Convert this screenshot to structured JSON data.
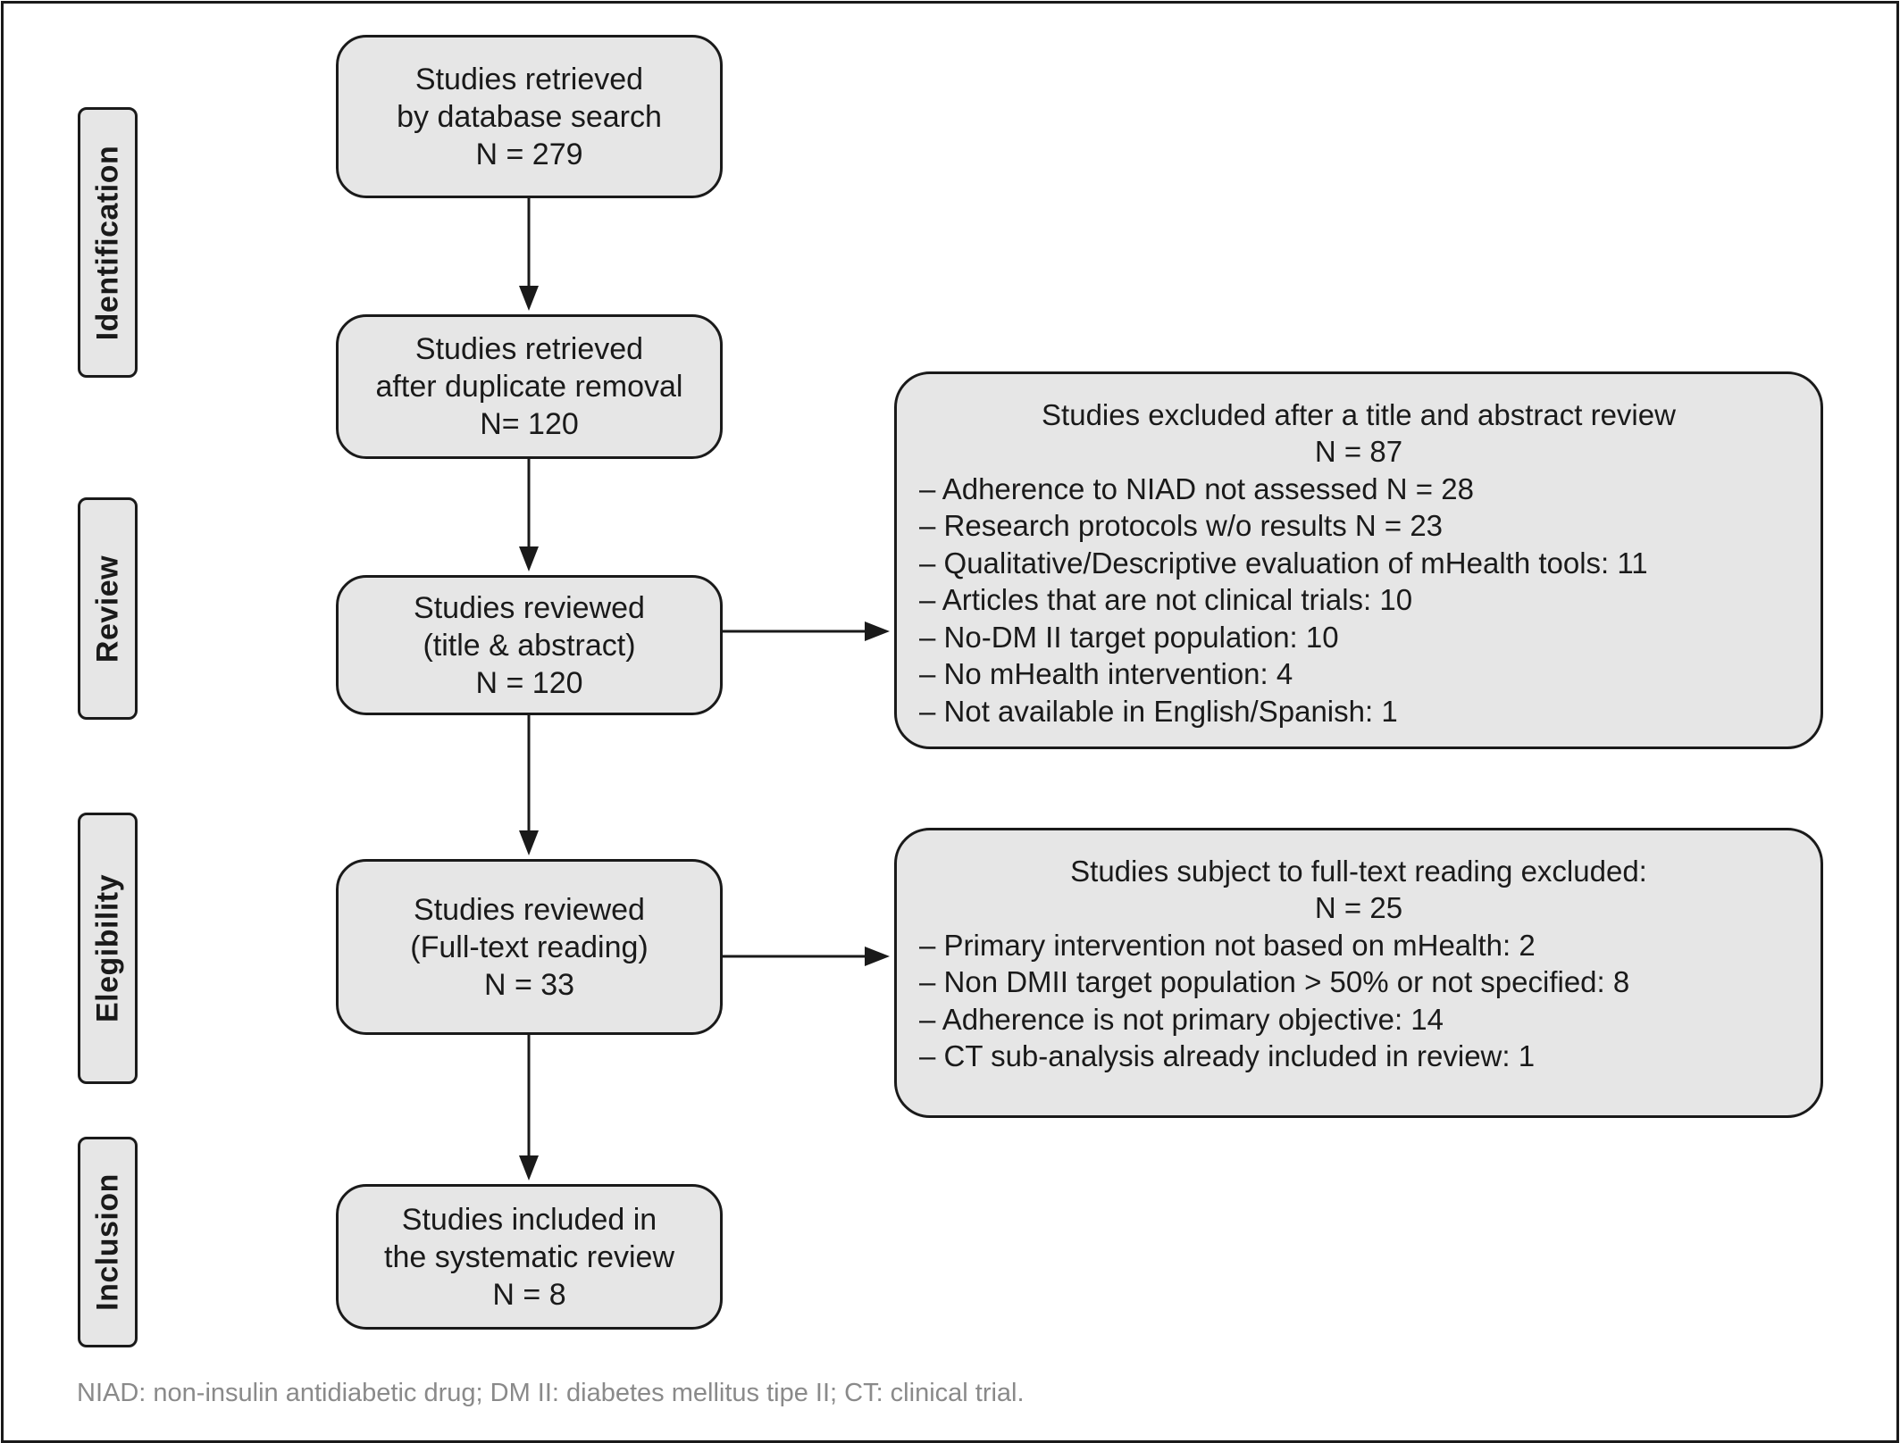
{
  "stages": [
    {
      "id": "identification",
      "label": "Identification"
    },
    {
      "id": "review",
      "label": "Review"
    },
    {
      "id": "elegibility",
      "label": "Elegibility"
    },
    {
      "id": "inclusion",
      "label": "Inclusion"
    }
  ],
  "boxes": {
    "retrieved": [
      "Studies retrieved",
      "by database search",
      "N = 279"
    ],
    "deduplicated": [
      "Studies retrieved",
      "after duplicate removal",
      "N= 120"
    ],
    "title_abstract": [
      "Studies reviewed",
      "(title & abstract)",
      "N = 120"
    ],
    "full_text": [
      "Studies reviewed",
      "(Full-text reading)",
      "N = 33"
    ],
    "included": [
      "Studies included in",
      "the systematic review",
      "N = 8"
    ]
  },
  "exclusions": {
    "title_abstract": {
      "title": "Studies excluded after a title and abstract review",
      "n": "N = 87",
      "items": [
        "– Adherence to NIAD not assessed N = 28",
        "– Research protocols w/o results N = 23",
        "– Qualitative/Descriptive evaluation of mHealth tools: 11",
        "– Articles that are not clinical trials: 10",
        "– No-DM II target population: 10",
        "– No mHealth intervention: 4",
        "– Not available in English/Spanish: 1"
      ]
    },
    "full_text": {
      "title": "Studies subject to full-text reading excluded:",
      "n": "N = 25",
      "items": [
        "– Primary intervention not based on mHealth: 2",
        "– Non DMII target population > 50% or not specified: 8",
        "– Adherence is not primary objective: 14",
        "– CT sub-analysis already included in review: 1"
      ]
    }
  },
  "footnote": "NIAD: non-insulin antidiabetic drug; DM II: diabetes mellitus tipe II; CT: clinical trial."
}
